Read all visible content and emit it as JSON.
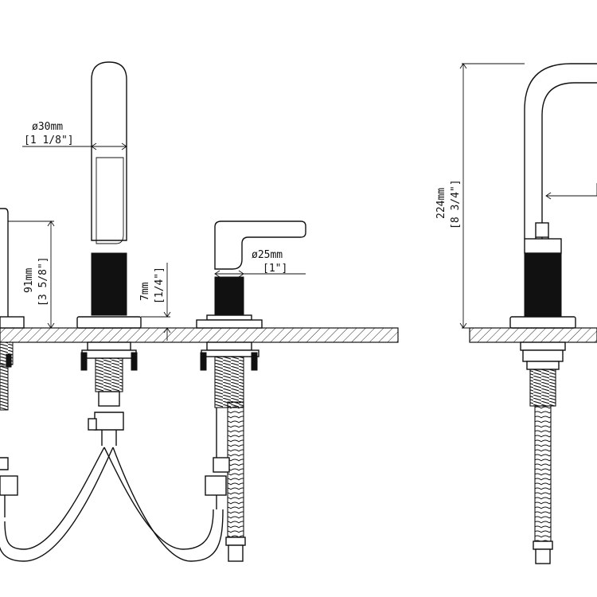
{
  "dimensions": {
    "spout_diameter_mm": "ø30mm",
    "spout_diameter_in": "[1 1/8\"]",
    "handle_diameter_mm": "ø25mm",
    "handle_diameter_in": "[1\"]",
    "handle_height_mm": "91mm",
    "handle_height_in": "[3 5/8\"]",
    "collar_height_mm": "7mm",
    "collar_height_in": "[1/4\"]",
    "total_height_mm": "224mm",
    "total_height_in": "[8 3/4\"]"
  }
}
